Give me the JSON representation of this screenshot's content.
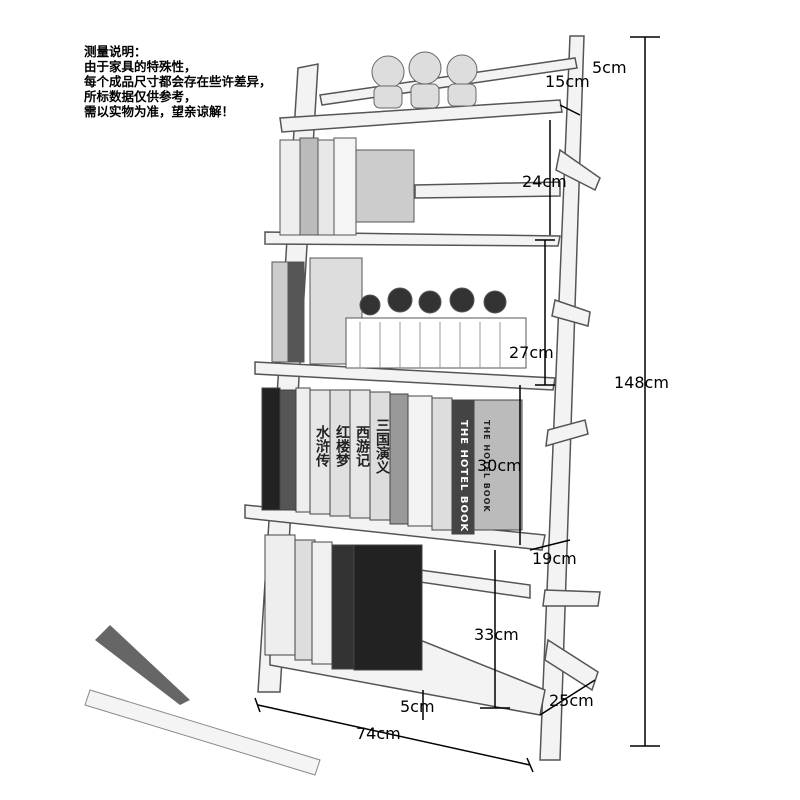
{
  "note": {
    "lines": [
      "测量说明：",
      "由于家具的特殊性，",
      "每个成品尺寸都会存在些许差异，",
      "所标数据仅供参考，",
      "需以实物为准，望亲谅解！"
    ]
  },
  "dimensions": {
    "top_cap": "5cm",
    "top_rail": "15cm",
    "shelf1_gap": "24cm",
    "shelf2_gap": "27cm",
    "total_height": "148cm",
    "shelf3_gap": "30cm",
    "shelf_depth": "19cm",
    "shelf4_gap": "33cm",
    "base_depth": "25cm",
    "foot": "5cm",
    "width": "74cm"
  },
  "books": {
    "hotel_book": "THE HOTEL BOOK",
    "cn_titles": [
      "水浒传",
      "红楼梦",
      "西游记",
      "三国演义"
    ]
  }
}
